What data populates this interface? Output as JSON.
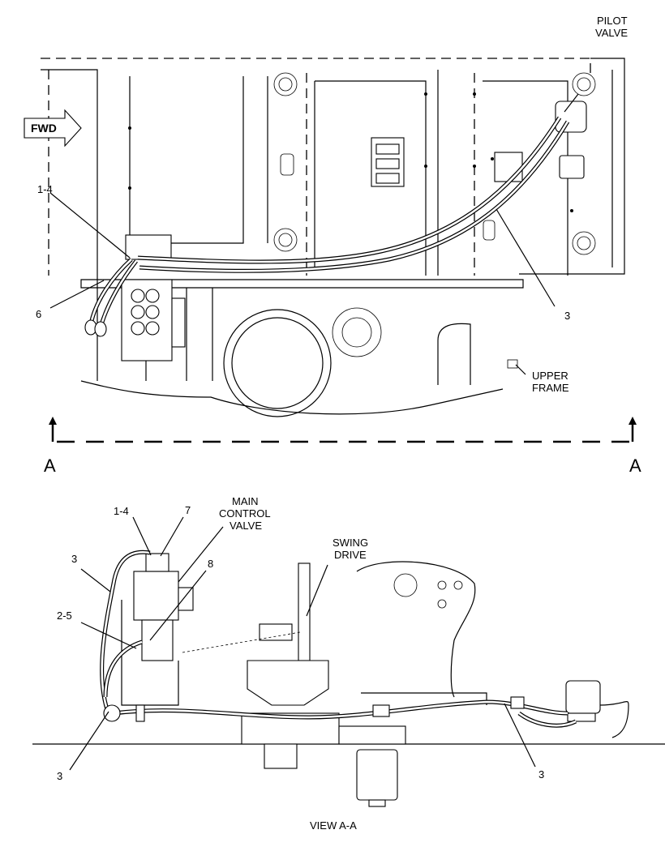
{
  "labels": {
    "pilot_valve": [
      "PILOT",
      "VALVE"
    ],
    "fwd": "FWD",
    "upper_frame": [
      "UPPER",
      "FRAME"
    ],
    "main_control_valve": [
      "MAIN",
      "CONTROL",
      "VALVE"
    ],
    "swing_drive": [
      "SWING",
      "DRIVE"
    ],
    "section_left": "A",
    "section_right": "A",
    "view_title": "VIEW A-A"
  },
  "callouts": {
    "top_1_4": "1-4",
    "top_6": "6",
    "top_3": "3",
    "bot_1_4": "1-4",
    "bot_7": "7",
    "bot_8": "8",
    "bot_3_upper": "3",
    "bot_2_5": "2-5",
    "bot_3_lower_left": "3",
    "bot_3_lower_right": "3"
  }
}
